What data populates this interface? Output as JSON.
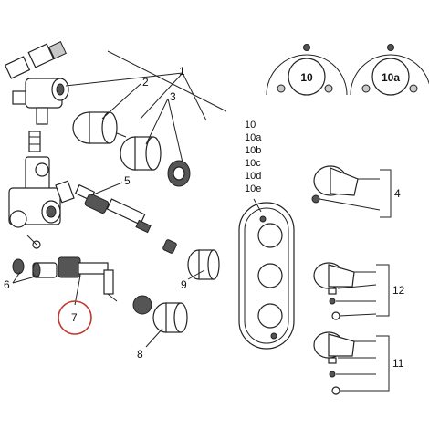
{
  "labels": {
    "l1": "1",
    "l2": "2",
    "l3": "3",
    "l4": "4",
    "l5": "5",
    "l6": "6",
    "l7": "7",
    "l8": "8",
    "l9": "9",
    "l11": "11",
    "l12": "12",
    "variants": [
      "10",
      "10a",
      "10b",
      "10c",
      "10d",
      "10e"
    ]
  },
  "dials": {
    "left": "10",
    "right": "10a"
  },
  "colors": {
    "highlight_circle": "#c0392b",
    "line": "#222222"
  }
}
